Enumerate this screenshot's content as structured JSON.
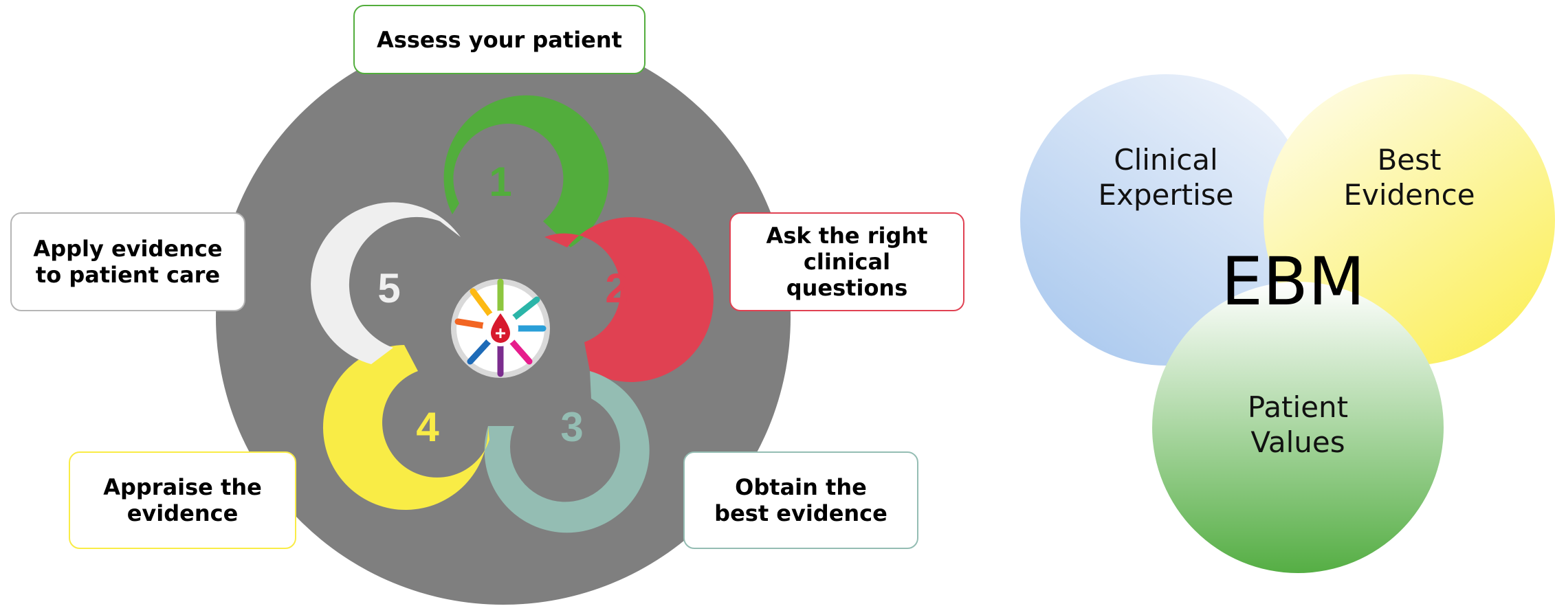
{
  "cycle": {
    "steps": [
      {
        "number": "1",
        "color": "#52ad3c",
        "label": "Assess your patient"
      },
      {
        "number": "2",
        "color": "#e04152",
        "label": "Ask the right\nclinical\nquestions"
      },
      {
        "number": "3",
        "color": "#94bdb3",
        "label": "Obtain the\nbest evidence"
      },
      {
        "number": "4",
        "color": "#f9ec46",
        "label": "Appraise the\nevidence"
      },
      {
        "number": "5",
        "color": "#efefef",
        "label": "Apply evidence\nto patient care"
      }
    ],
    "background_color": "#7f7f7f",
    "center_icon": "helping-hands-blood-drop-icon"
  },
  "venn": {
    "center_label": "EBM",
    "circles": [
      {
        "label": "Clinical\nExpertise",
        "color": "#a9c8ee"
      },
      {
        "label": "Best\nEvidence",
        "color": "#fbef56"
      },
      {
        "label": "Patient\nValues",
        "color": "#55ae44"
      }
    ]
  }
}
